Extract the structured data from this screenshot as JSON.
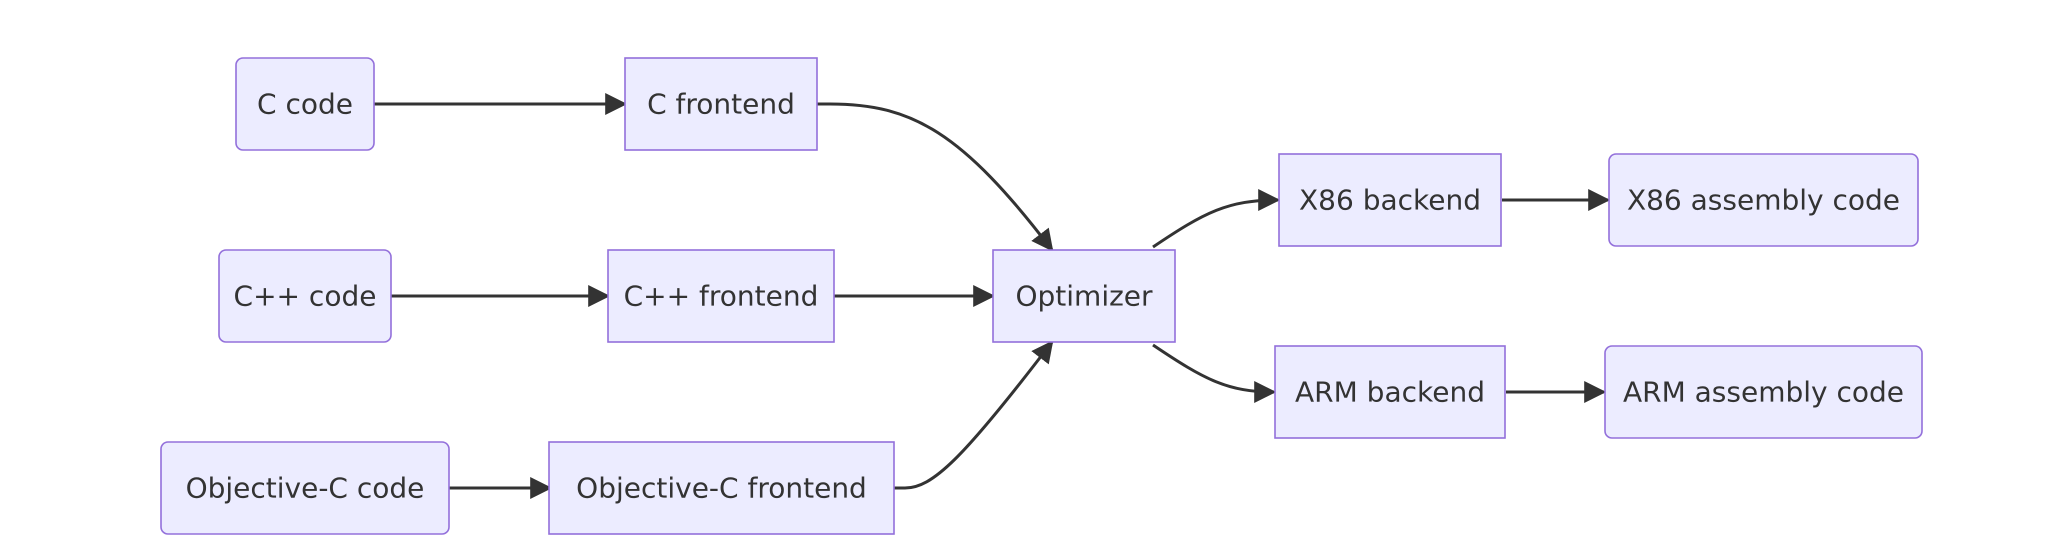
{
  "diagram": {
    "type": "flowchart",
    "direction": "left-to-right",
    "colors": {
      "node_fill": "#ECECFF",
      "node_border": "#9370DB",
      "edge": "#333333",
      "text": "#333333"
    },
    "nodes": {
      "c_code": "C code",
      "c_frontend": "C frontend",
      "cpp_code": "C++ code",
      "cpp_frontend": "C++ frontend",
      "objc_code": "Objective-C code",
      "objc_frontend": "Objective-C frontend",
      "optimizer": "Optimizer",
      "x86_backend": "X86 backend",
      "x86_asm": "X86 assembly code",
      "arm_backend": "ARM backend",
      "arm_asm": "ARM assembly code"
    },
    "edges": [
      {
        "from": "C code",
        "to": "C frontend"
      },
      {
        "from": "C++ code",
        "to": "C++ frontend"
      },
      {
        "from": "Objective-C code",
        "to": "Objective-C frontend"
      },
      {
        "from": "C frontend",
        "to": "Optimizer"
      },
      {
        "from": "C++ frontend",
        "to": "Optimizer"
      },
      {
        "from": "Objective-C frontend",
        "to": "Optimizer"
      },
      {
        "from": "Optimizer",
        "to": "X86 backend"
      },
      {
        "from": "Optimizer",
        "to": "ARM backend"
      },
      {
        "from": "X86 backend",
        "to": "X86 assembly code"
      },
      {
        "from": "ARM backend",
        "to": "ARM assembly code"
      }
    ]
  }
}
